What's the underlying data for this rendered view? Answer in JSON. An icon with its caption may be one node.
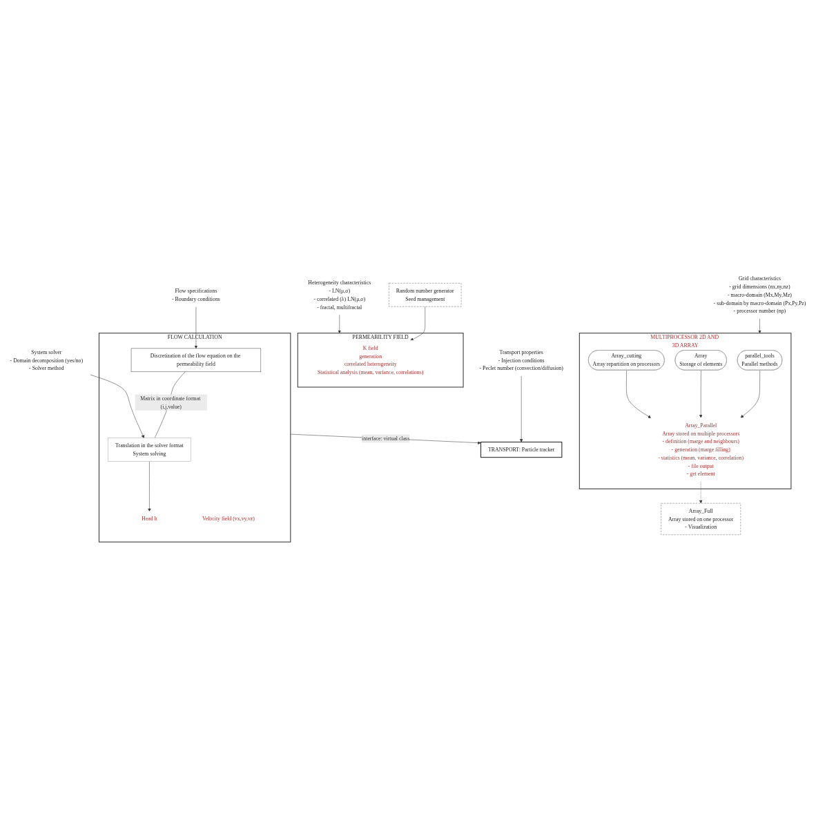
{
  "diagram": {
    "nodes": [
      {
        "text": [
          "Grid characteristics",
          "- grid dimensions (nx,ny,nz)",
          "- macro-domain (Mx,My,Mz)",
          "- sub-domain by macro-domain (Px,Py,Pz)",
          "- processor number (np)"
        ]
      },
      {
        "text": [
          "MULTIPROCESSOR 2D AND 3D ARRAY"
        ]
      },
      {
        "text": [
          "parallel_tools",
          "Parallel methods"
        ],
        "in": 1
      },
      {
        "text": [
          "Array",
          "Storage of elements"
        ],
        "in": 1
      },
      {
        "text": [
          "Array_cutting",
          "Array repartition on processors"
        ],
        "in": 1
      },
      {
        "text": [
          "Array_Parallel",
          "Array stored on multiple processors",
          "- definition (marge and neighbours)",
          "- generation (marge filling)",
          "- statistics (mean, variance, correlation)",
          "- file output",
          "- get element"
        ],
        "in": 1
      },
      {
        "text": [
          "Array_Full",
          "Array stored on one processor",
          "- Visualization"
        ]
      },
      {
        "text": [
          "Heterogeneity characteristics",
          "- LN(μ,σ)",
          "- correlated (λ) LN(μ,σ)",
          "- fractal, multifractal"
        ]
      },
      {
        "text": [
          "PERMEABILITY FIELD"
        ]
      },
      {
        "text": [
          "K field",
          "generation",
          "correlated heterogeneity",
          "Statistical analysis (mean, variance, correlations)"
        ],
        "in": 8
      },
      {
        "text": [
          "Random number generator",
          "Seed management"
        ]
      },
      {
        "text": [
          "Flow specifications",
          "- Boundary conditions"
        ]
      },
      {
        "text": [
          "FLOW CALCULATION"
        ]
      },
      {
        "text": [
          "Discretization of the flow equation on the permeability field"
        ],
        "in": 12
      },
      {
        "text": [
          "Translation in the solver format",
          "System solving"
        ],
        "in": 12
      },
      {
        "text": [
          "Head h"
        ],
        "in": 12
      },
      {
        "text": [
          "Velocity field (vx,vy,vz)"
        ],
        "in": 12
      },
      {
        "text": [
          "System solver",
          "- Domain decomposition (yes/no)",
          "- Solver method"
        ]
      },
      {
        "text": [
          "Transport properties",
          "- Injection conditions",
          "- Peclet number (convection/diffusion)"
        ]
      },
      {
        "text": [
          "TRANSPORT: Particle tracker"
        ]
      }
    ],
    "edges": [
      {
        "from": 0,
        "to": 1,
        "arrow": "to"
      },
      {
        "from": 2,
        "to": 5,
        "arrow": "to"
      },
      {
        "from": 3,
        "to": 5,
        "arrow": "to"
      },
      {
        "from": 4,
        "to": 5,
        "arrow": "to"
      },
      {
        "from": 5,
        "to": 6,
        "arrow": "to",
        "style": "dashed"
      },
      {
        "from": 7,
        "to": 8,
        "arrow": "to"
      },
      {
        "from": 10,
        "to": 9,
        "arrow": "to"
      },
      {
        "from": 11,
        "to": 13,
        "arrow": "to"
      },
      {
        "from": 13,
        "to": 14,
        "arrow": "none",
        "label": "Matrix in coordinate format (i,j,value)"
      },
      {
        "from": 17,
        "to": 14,
        "arrow": "to"
      },
      {
        "from": 14,
        "to": 15,
        "arrow": "to"
      },
      {
        "from": 12,
        "to": 19,
        "arrow": "to",
        "label": "interface: virtual class"
      },
      {
        "from": 18,
        "to": 19,
        "arrow": "to"
      }
    ]
  }
}
